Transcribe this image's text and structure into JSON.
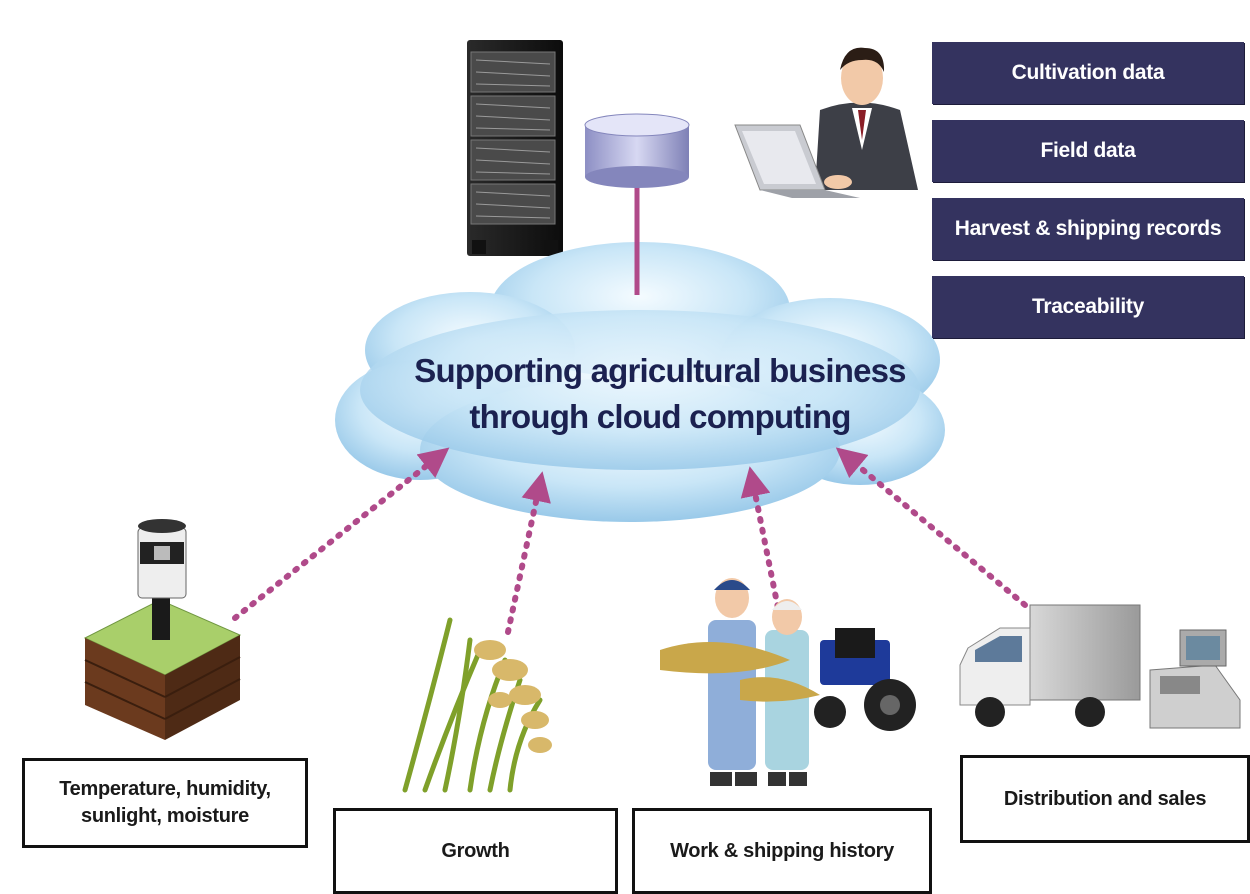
{
  "cloud": {
    "title_line1": "Supporting agricultural business",
    "title_line2": "through cloud computing"
  },
  "services": [
    "Cultivation data",
    "Field data",
    "Harvest & shipping records",
    "Traceability"
  ],
  "sources": {
    "sensor_line1": "Temperature, humidity,",
    "sensor_line2": "sunlight, moisture",
    "growth": "Growth",
    "work": "Work & shipping history",
    "distribution": "Distribution and sales"
  },
  "colors": {
    "service_box": "#34335f",
    "arrow": "#b04a8a",
    "cloud": "#bfe0f5",
    "text_dark": "#1b2150"
  }
}
